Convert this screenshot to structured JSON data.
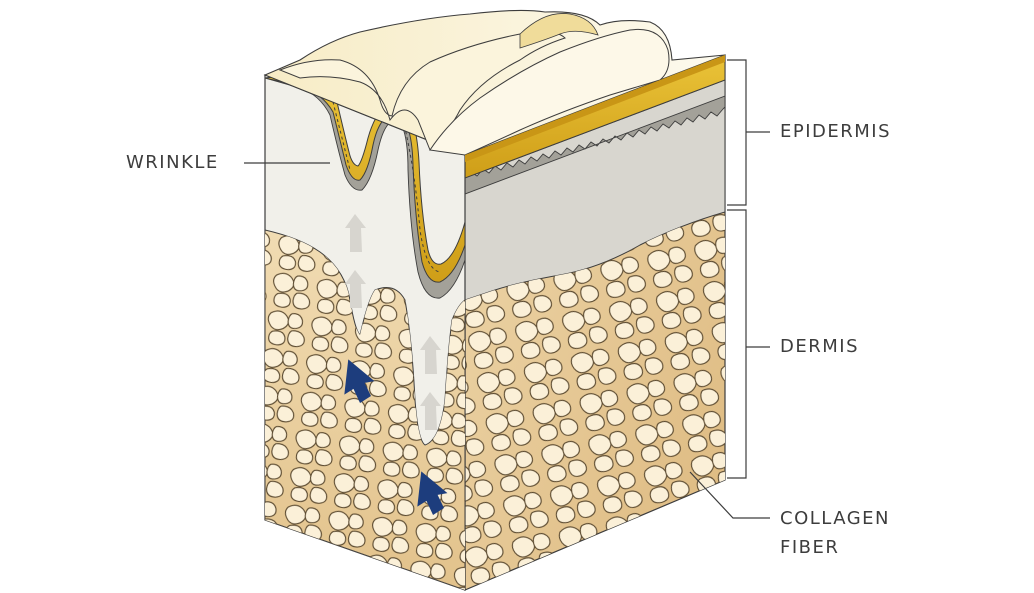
{
  "labels": {
    "wrinkle": "WRINKLE",
    "epidermis": "EPIDERMIS",
    "dermis": "DERMIS",
    "collagen_line1": "COLLAGEN",
    "collagen_line2": "FIBER"
  },
  "colors": {
    "surface_gold": "#e3b526",
    "surface_light": "#f6ecc4",
    "epidermis_gray": "#d8d6cf",
    "basal_wave": "#a3a199",
    "dermis_tan": "#ecd3a5",
    "dermis_side": "#e0c18c",
    "collagen": "#fbf0d8",
    "front_pale": "#f1f0ea",
    "arrow_blue": "#1d3d7d",
    "arrow_faint": "#d7d5cf",
    "line": "#3d3d3d"
  },
  "icons": {
    "strong_arrow": "up-arrow-icon",
    "faint_arrow": "faint-up-arrow-icon"
  }
}
